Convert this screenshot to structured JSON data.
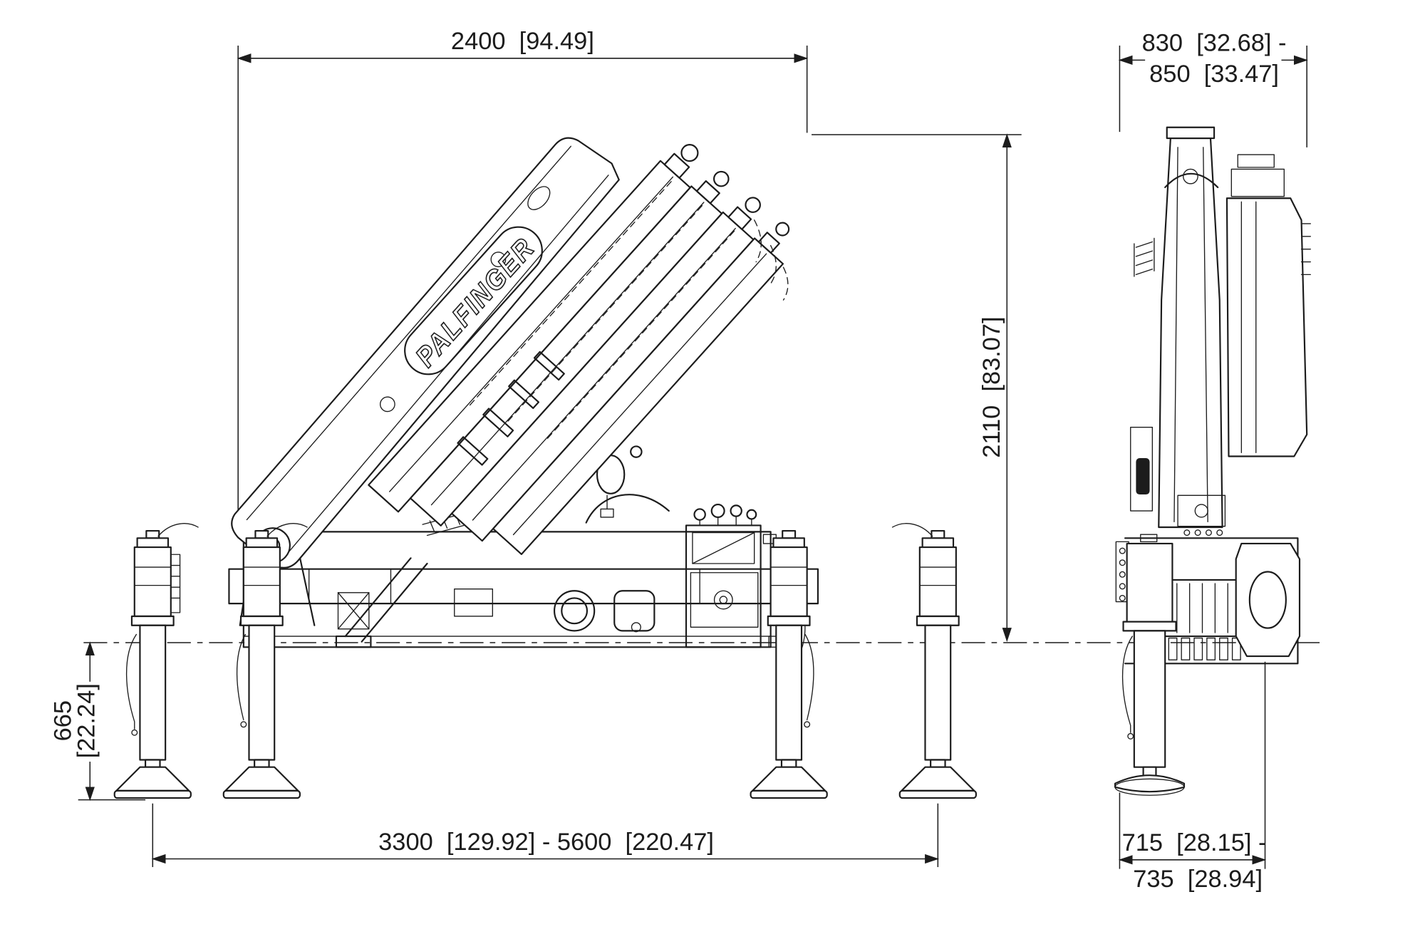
{
  "document": {
    "background": "#ffffff",
    "line_color": "#1c1c1c"
  },
  "logo": {
    "text": "PALFINGER"
  },
  "dimensions": {
    "top_width": "2400  [94.49]",
    "rear_width_line1": "830  [32.68] -",
    "rear_width_line2": "850  [33.47]",
    "overall_height": "2110  [83.07]",
    "stabilizer_height_mm": "665",
    "stabilizer_height_in": "[22.24]",
    "outrigger_span": "3300  [129.92] - 5600  [220.47]",
    "rear_support_line1": "715  [28.15] -",
    "rear_support_line2": "735  [28.94]"
  }
}
